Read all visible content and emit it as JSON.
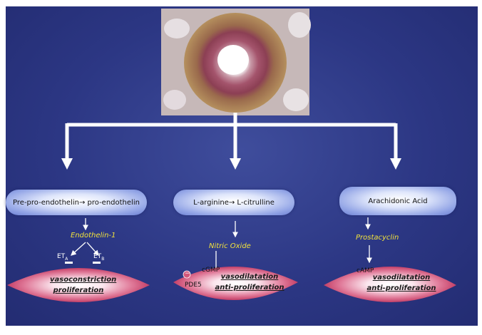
{
  "micrograph": {
    "description_icon": "vessel-micrograph-icon"
  },
  "pathways": [
    {
      "precursor": "Pre-pro-endothelin→ pro-endothelin",
      "mediator": "Endothelin-1",
      "receptor_a": "ET",
      "receptor_a_sub": "A",
      "receptor_b": "ET",
      "receptor_b_sub": "B",
      "effect_1": "vasoconstriction",
      "effect_2": "proliferation"
    },
    {
      "precursor": "L-arginine→ L-citrulline",
      "mediator": "Nitric Oxide",
      "second_messenger": "cGMP",
      "enzyme": "PDE5",
      "inhibit_symbol": "−",
      "effect_1": "vasodilatation",
      "effect_2": "anti-proliferation"
    },
    {
      "precursor": "Arachidonic Acid",
      "mediator": "Prostacyclin",
      "second_messenger": "cAMP",
      "effect_1": "vasodilatation",
      "effect_2": "anti-proliferation"
    }
  ],
  "colors": {
    "background": "#2c3784",
    "mediator_text": "#f2e23c",
    "cell": "#d2567a",
    "pill": "#93a5e6"
  }
}
